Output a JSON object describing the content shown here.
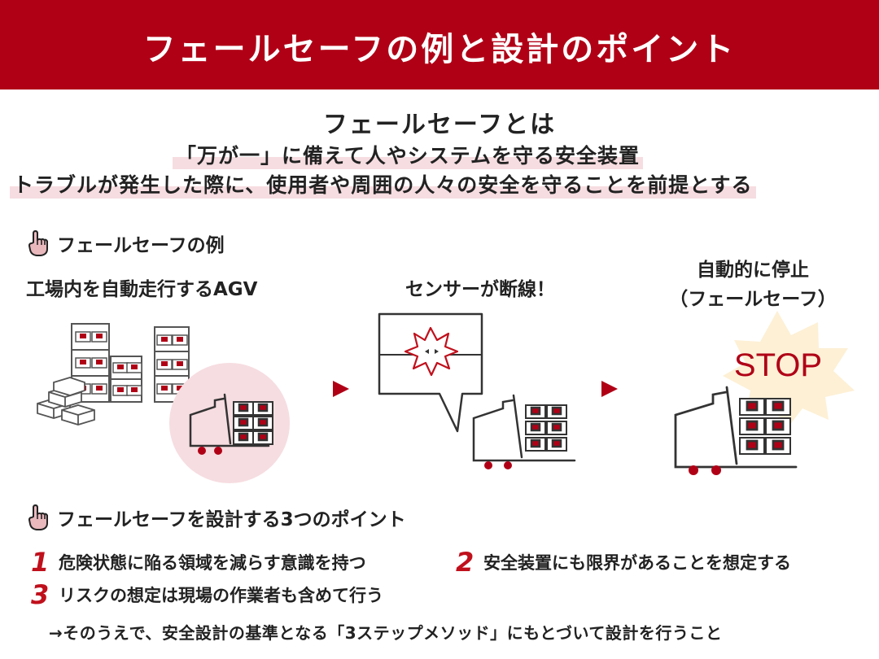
{
  "header": {
    "title": "フェールセーフの例と設計のポイント"
  },
  "definition": {
    "title": "フェールセーフとは",
    "line1": "「万が一」に備えて人やシステムを守る安全装置",
    "line2": "トラブルが発生した際に、使用者や周囲の人々の安全を守ることを前提とする"
  },
  "examples": {
    "heading": "フェールセーフの例",
    "steps": [
      {
        "caption": "工場内を自動走行するAGV"
      },
      {
        "caption": "センサーが断線！"
      },
      {
        "caption_line1": "自動的に停止",
        "caption_line2": "（フェールセーフ）",
        "stop_text": "STOP"
      }
    ]
  },
  "points": {
    "heading": "フェールセーフを設計する3つのポイント",
    "items": [
      {
        "num": "1",
        "text": "危険状態に陥る領域を減らす意識を持つ"
      },
      {
        "num": "2",
        "text": "安全装置にも限界があることを想定する"
      },
      {
        "num": "3",
        "text": "リスクの想定は現場の作業者も含めて行う"
      }
    ],
    "footnote": "→そのうえで、安全設計の基準となる「3ステップメソッド」にもとづいて設計を行うこと"
  },
  "colors": {
    "accent": "#b00016",
    "highlight": "#f6dde1",
    "stop_burst": "#fdf0d5"
  }
}
